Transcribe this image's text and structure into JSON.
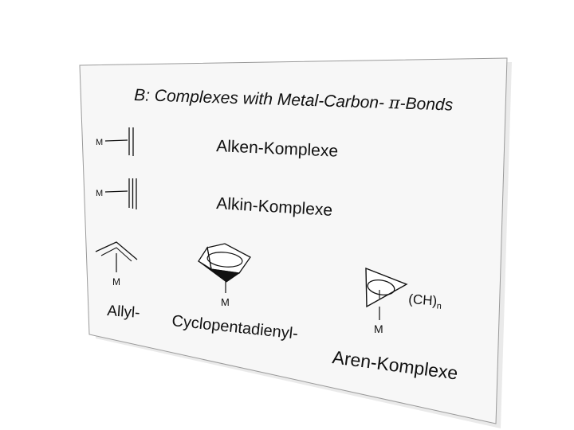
{
  "slide": {
    "title_prefix": "B: Complexes with Metal-Carbon- ",
    "title_pi": "π",
    "title_suffix": "-Bonds",
    "rows": [
      {
        "metal": "M",
        "label": "Alken-Komplexe",
        "bond_lines": 2
      },
      {
        "metal": "M",
        "label": "Alkin-Komplexe",
        "bond_lines": 3
      }
    ],
    "allyl": {
      "metal": "M",
      "label": "Allyl-"
    },
    "cyclopentadienyl": {
      "metal": "M",
      "label": "Cyclopentadienyl-"
    },
    "arene": {
      "metal": "M",
      "substituent": "(CH)",
      "substituent_subscript": "n",
      "label": "Aren-Komplexe"
    },
    "colors": {
      "ink": "#111111",
      "panel": "#f7f7f7",
      "panel_edge": "#9a9a9a",
      "shadow": "#d0d0d0"
    }
  }
}
